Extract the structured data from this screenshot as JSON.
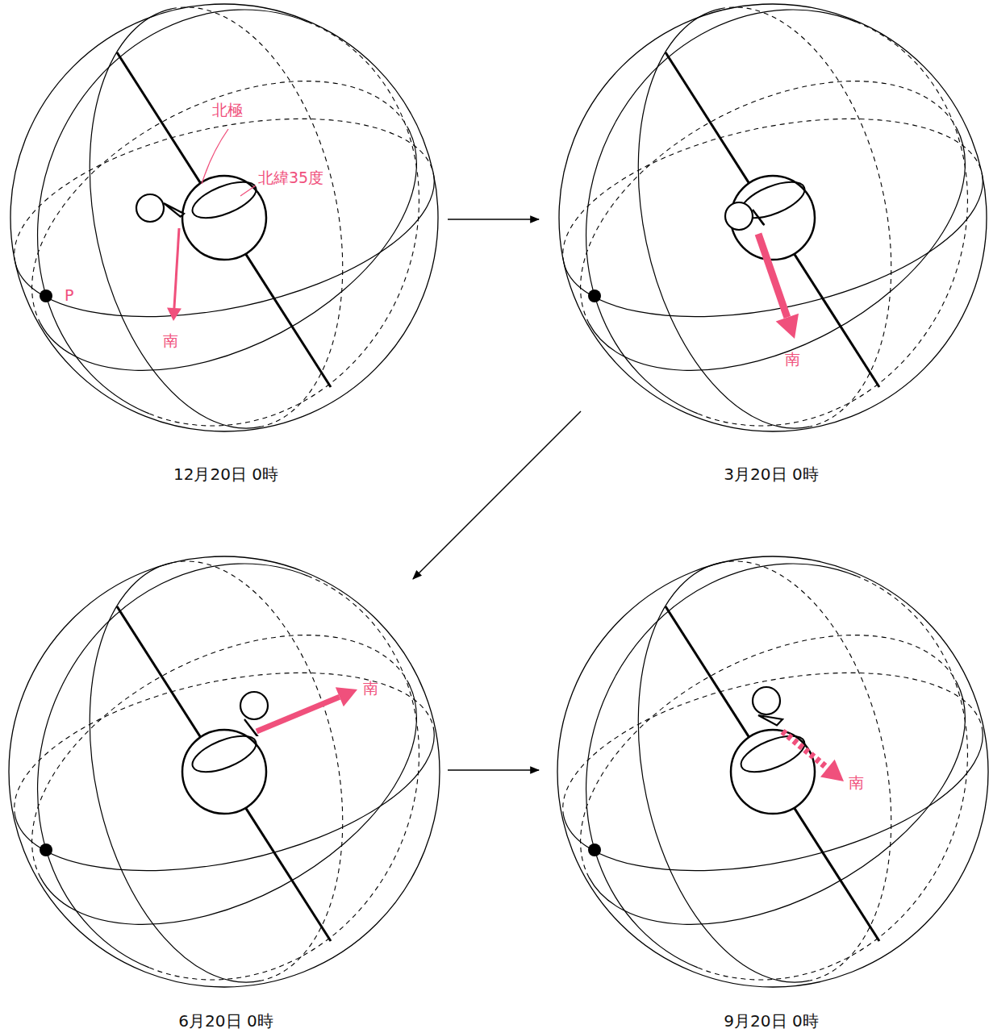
{
  "diagram": {
    "labels": [
      "北極",
      "北緯35度",
      "P",
      "南",
      "12月20日 0時",
      "南",
      "3月20日 0時",
      "南",
      "6月20日 0時",
      "南",
      "9月20日 0時"
    ]
  }
}
